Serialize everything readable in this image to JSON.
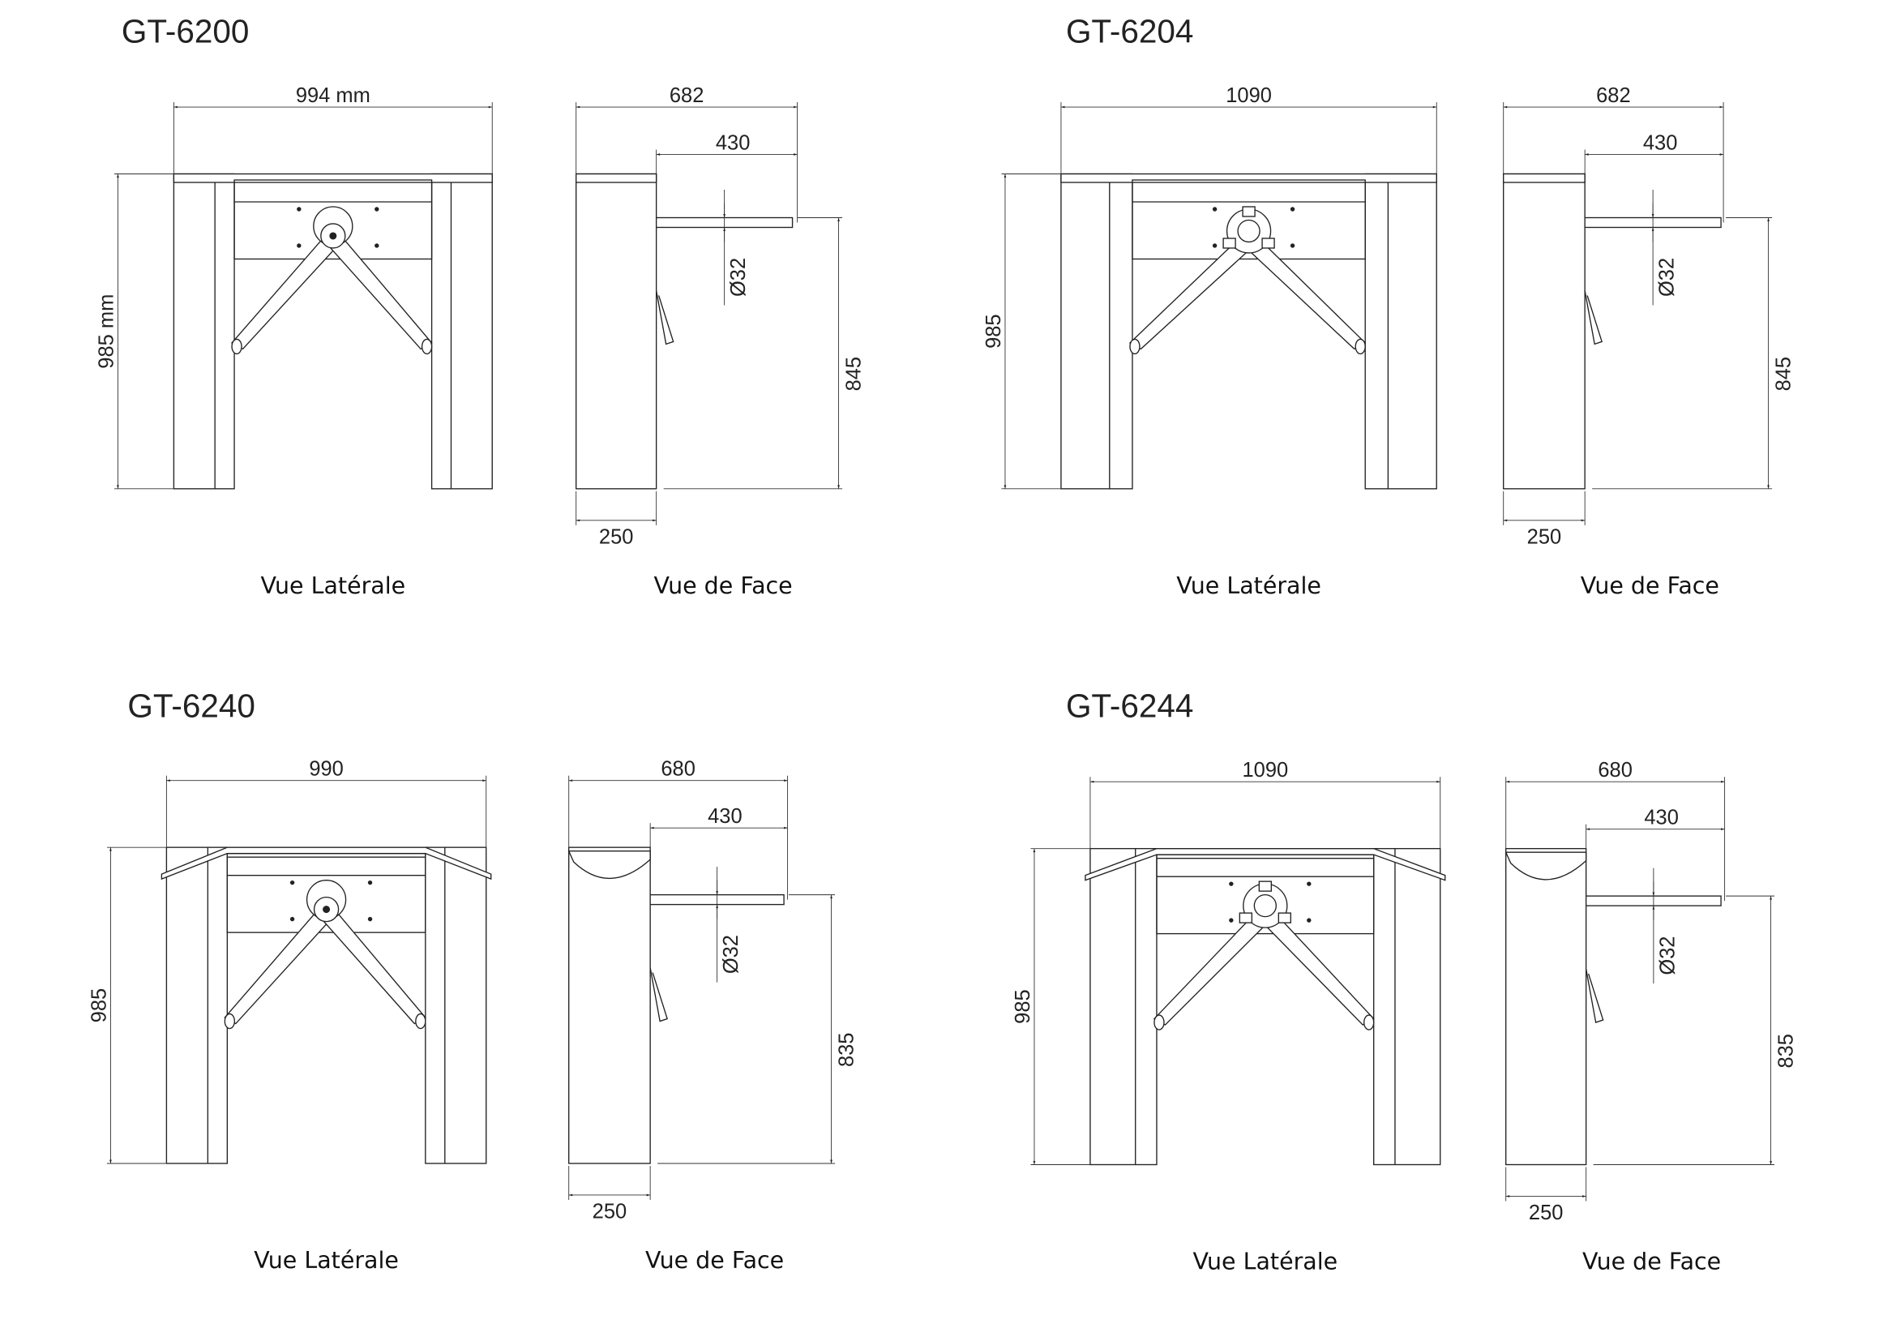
{
  "panels": [
    {
      "title": "GT-6200",
      "width": "994 mm",
      "height": "985 mm",
      "face_width": "682",
      "arm_length": "430",
      "arm_height": "845",
      "depth": "250",
      "diameter": "Ø32",
      "side_label": "Vue Latérale",
      "front_label": "Vue de Face",
      "variant": "flat"
    },
    {
      "title": "GT-6204",
      "width": "1090",
      "height": "985",
      "face_width": "682",
      "arm_length": "430",
      "arm_height": "845",
      "depth": "250",
      "diameter": "Ø32",
      "side_label": "Vue Latérale",
      "front_label": "Vue de Face",
      "variant": "flat"
    },
    {
      "title": "GT-6240",
      "width": "990",
      "height": "985",
      "face_width": "680",
      "arm_length": "430",
      "arm_height": "835",
      "depth": "250",
      "diameter": "Ø32",
      "side_label": "Vue Latérale",
      "front_label": "Vue de Face",
      "variant": "sloped"
    },
    {
      "title": "GT-6244",
      "width": "1090",
      "height": "985",
      "face_width": "680",
      "arm_length": "430",
      "arm_height": "835",
      "depth": "250",
      "diameter": "Ø32",
      "side_label": "Vue Latérale",
      "front_label": "Vue de Face",
      "variant": "sloped"
    }
  ]
}
